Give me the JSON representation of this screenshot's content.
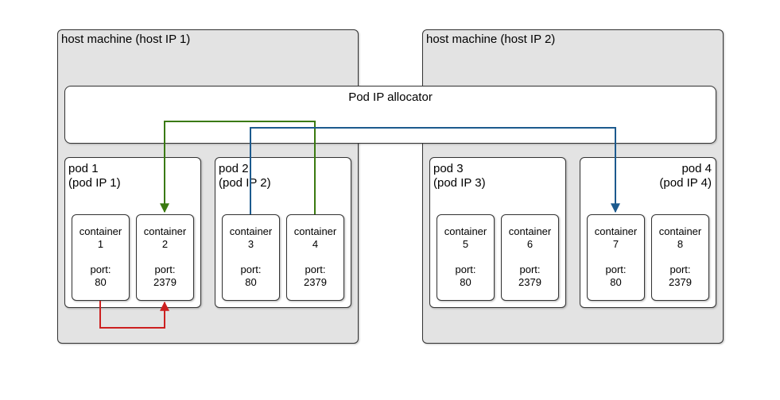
{
  "hosts": [
    {
      "label": "host machine (host IP 1)"
    },
    {
      "label": "host machine (host IP 2)"
    }
  ],
  "allocator": {
    "label": "Pod IP allocator"
  },
  "pods": [
    {
      "name": "pod 1",
      "ip": "(pod IP 1)"
    },
    {
      "name": "pod 2",
      "ip": "(pod IP 2)"
    },
    {
      "name": "pod 3",
      "ip": "(pod IP 3)"
    },
    {
      "name": "pod 4",
      "ip": "(pod IP 4)"
    }
  ],
  "containers": [
    {
      "word": "container",
      "num": "1",
      "port_label": "port:",
      "port": "80"
    },
    {
      "word": "container",
      "num": "2",
      "port_label": "port:",
      "port": "2379"
    },
    {
      "word": "container",
      "num": "3",
      "port_label": "port:",
      "port": "80"
    },
    {
      "word": "container",
      "num": "4",
      "port_label": "port:",
      "port": "2379"
    },
    {
      "word": "container",
      "num": "5",
      "port_label": "port:",
      "port": "80"
    },
    {
      "word": "container",
      "num": "6",
      "port_label": "port:",
      "port": "2379"
    },
    {
      "word": "container",
      "num": "7",
      "port_label": "port:",
      "port": "80"
    },
    {
      "word": "container",
      "num": "8",
      "port_label": "port:",
      "port": "2379"
    }
  ],
  "connections": [
    {
      "from": "container 1",
      "to": "container 2",
      "color": "#cc2020"
    },
    {
      "from": "container 4",
      "to": "container 2",
      "color": "#3a7a10"
    },
    {
      "from": "container 3",
      "to": "container 7",
      "color": "#1c5a8e"
    }
  ]
}
